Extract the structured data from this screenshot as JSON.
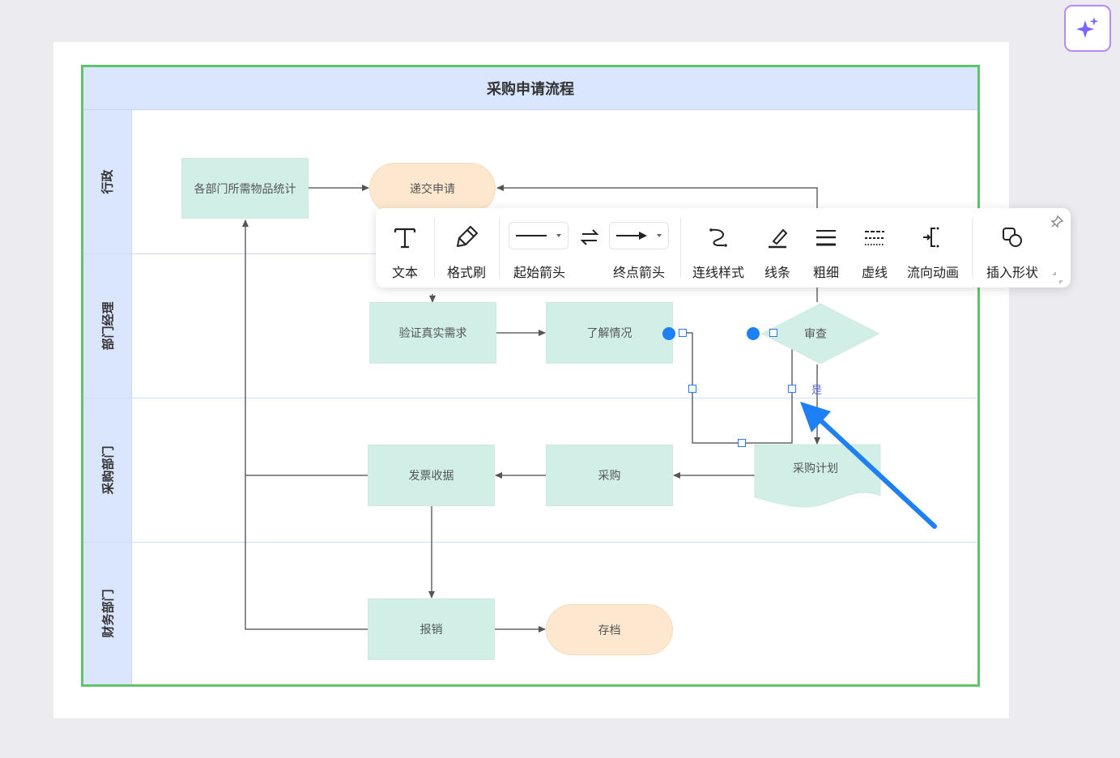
{
  "diagram": {
    "title": "采购申请流程",
    "lanes": [
      "行政",
      "部门经理",
      "采购部门",
      "财务部门"
    ],
    "nodes": {
      "stats": "各部门所需物品统计",
      "submit": "递交申请",
      "verify": "验证真实需求",
      "understand": "了解情况",
      "review": "审查",
      "plan": "采购计划",
      "purchase": "采购",
      "invoice": "发票收据",
      "reimburse": "报销",
      "archive": "存档"
    },
    "edge_label_yes": "是"
  },
  "toolbar": {
    "text": "文本",
    "format_painter": "格式刷",
    "start_arrow": "起始箭头",
    "end_arrow": "终点箭头",
    "connector_style": "连线样式",
    "line": "线条",
    "thickness": "粗细",
    "dashed": "虚线",
    "flow_animation": "流向动画",
    "insert_shape": "插入形状"
  },
  "colors": {
    "lane_header": "#dae6fd",
    "process_fill": "#d1efe6",
    "terminal_fill": "#fde8cf",
    "selection_border": "#5fc46a",
    "handle_blue": "#1f7ff4",
    "ai_button_border": "#b78af7"
  },
  "icons": {
    "ai": "sparkle-icon",
    "text": "text-icon",
    "format_painter": "brush-icon",
    "swap": "swap-arrows-icon",
    "connector_style": "connector-curve-icon",
    "line": "pen-line-icon",
    "thickness": "line-weight-icon",
    "dashed": "dashed-line-icon",
    "flow_animation": "flow-animation-icon",
    "insert_shape": "shapes-icon",
    "pin": "pin-icon"
  }
}
